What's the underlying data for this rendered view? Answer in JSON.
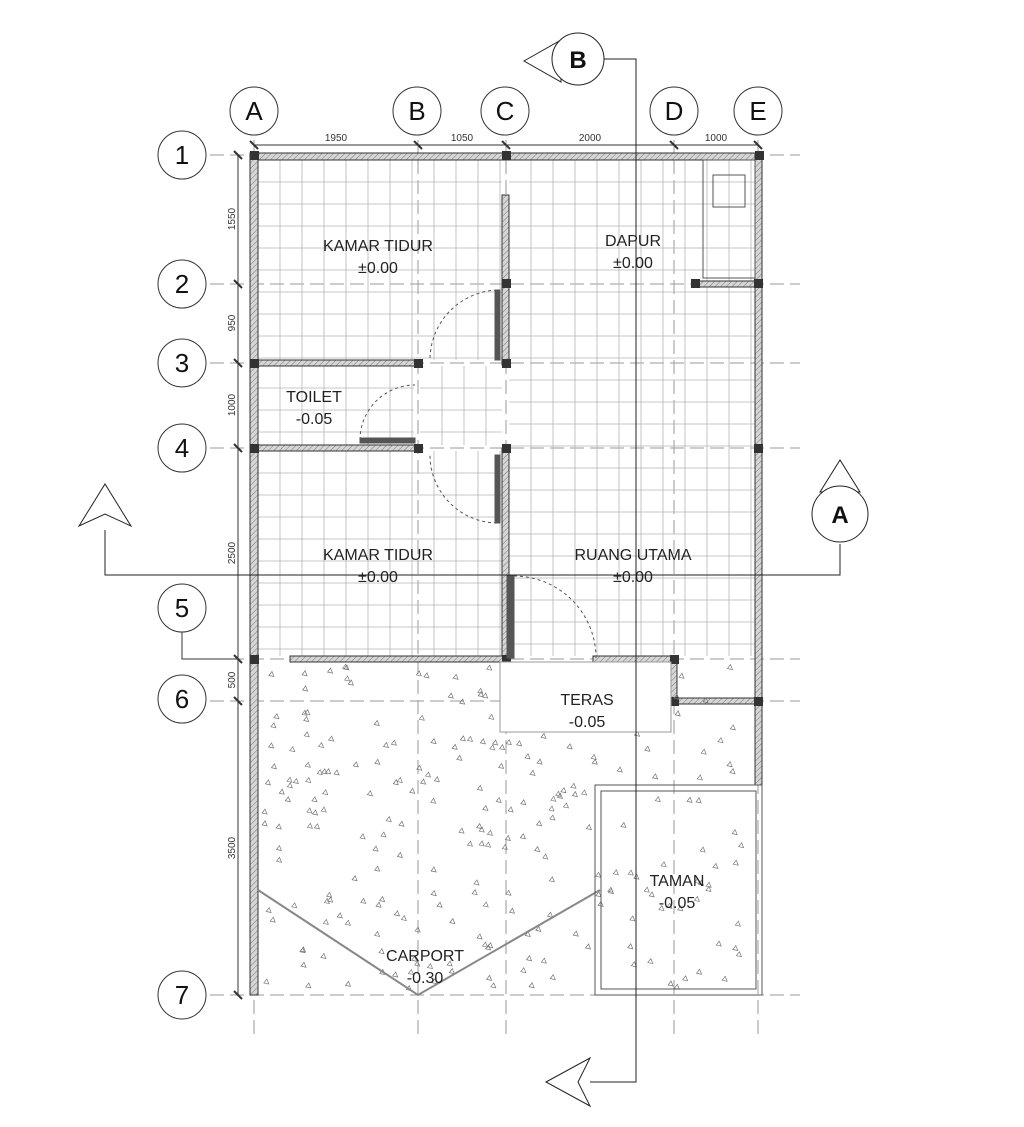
{
  "axes": {
    "letters": [
      "A",
      "B",
      "C",
      "D",
      "E"
    ],
    "numbers": [
      "1",
      "2",
      "3",
      "4",
      "5",
      "6",
      "7"
    ]
  },
  "dimensions": {
    "horizontal": [
      "1950",
      "1050",
      "2000",
      "1000"
    ],
    "vertical": [
      "1550",
      "950",
      "1000",
      "2500",
      "500",
      "3500"
    ]
  },
  "rooms": [
    {
      "name": "KAMAR TIDUR",
      "level": "±0.00"
    },
    {
      "name": "DAPUR",
      "level": "±0.00"
    },
    {
      "name": "TOILET",
      "level": "-0.05"
    },
    {
      "name": "KAMAR TIDUR",
      "level": "±0.00"
    },
    {
      "name": "RUANG UTAMA",
      "level": "±0.00"
    },
    {
      "name": "TERAS",
      "level": "-0.05"
    },
    {
      "name": "TAMAN",
      "level": "-0.05"
    },
    {
      "name": "CARPORT",
      "level": "-0.30"
    }
  ],
  "sections": {
    "section_b": "B",
    "section_a": "A"
  },
  "colors": {
    "line": "#222222",
    "grid": "#9a9a9a",
    "wall_fill": "#c8c8c8",
    "tile": "#b5b5b5",
    "background": "#ffffff"
  }
}
